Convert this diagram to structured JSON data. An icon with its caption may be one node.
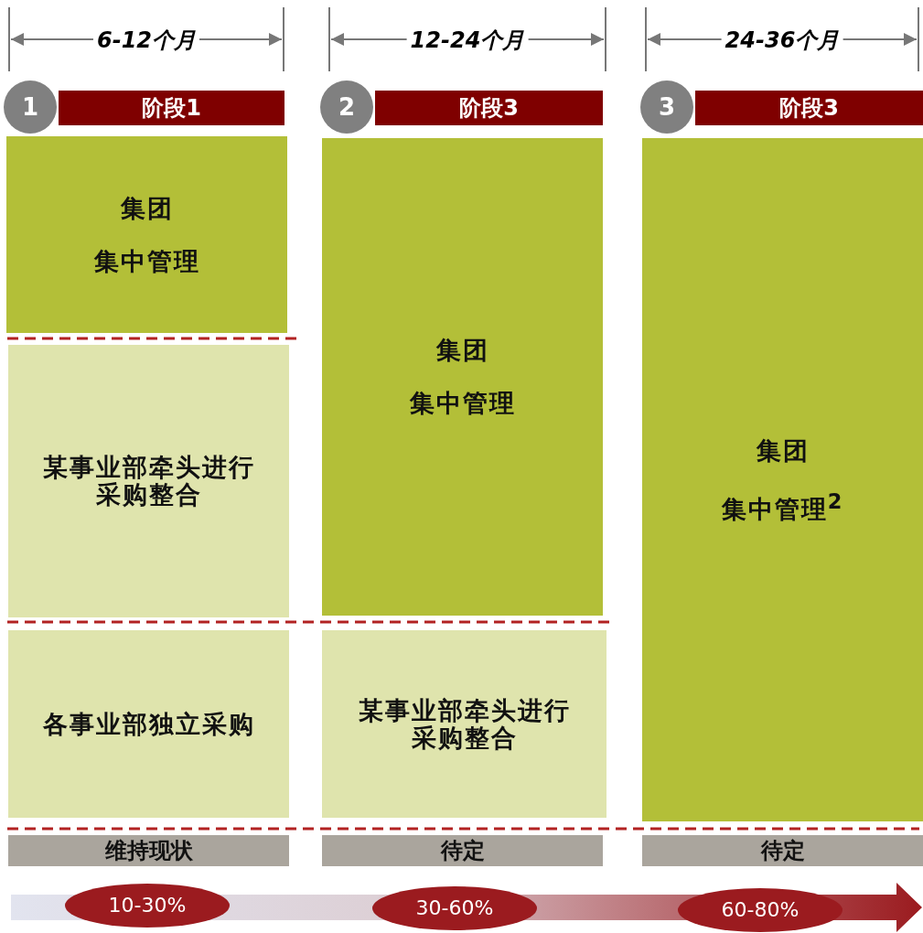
{
  "diagram": {
    "nodes": [
      {
        "text": [
          "1"
        ]
      },
      {
        "text": [
          "阶段1"
        ]
      },
      {
        "text": [
          "集团",
          "集中管理"
        ]
      },
      {
        "text": [
          "某事业部牵头进行采购整合"
        ]
      },
      {
        "text": [
          "各事业部独立采购"
        ]
      },
      {
        "text": [
          "维持现状"
        ]
      },
      {
        "text": [
          "2"
        ]
      },
      {
        "text": [
          "阶段3"
        ]
      },
      {
        "text": [
          "集团",
          "集中管理"
        ]
      },
      {
        "text": [
          "某事业部牵头进行采购整合"
        ]
      },
      {
        "text": [
          "待定"
        ]
      },
      {
        "text": [
          "3"
        ]
      },
      {
        "text": [
          "阶段3"
        ]
      },
      {
        "text": [
          "集团",
          "集中管理$^{2}$"
        ]
      },
      {
        "text": [
          "待定"
        ]
      },
      {
        "text": [
          "10-30%"
        ]
      },
      {
        "text": [
          "30-60%"
        ]
      },
      {
        "text": [
          "60-80%"
        ]
      }
    ],
    "labels": [
      "6-12个月",
      "12-24个月",
      "24-36个月"
    ]
  }
}
